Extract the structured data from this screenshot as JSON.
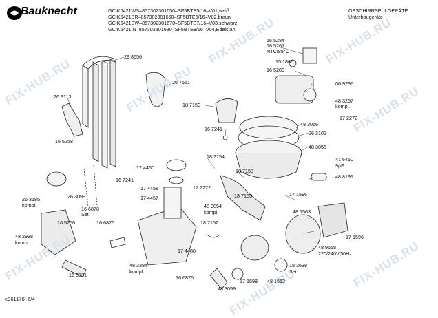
{
  "brand": {
    "name": "Bauknecht"
  },
  "header": {
    "models": [
      "GCIK6421WS–857302301650–SF5BTE5/16–V01,weiß",
      "GCIK6421BR–857302301660–SF5BTE6/16–V02,braun",
      "GCIK6421SW–857302301670–SF5BTE7/16–V03,schwarz",
      "GCIK6421IN–857302301680–SF5BTE8/16–V04,Edelstahl"
    ],
    "category": "GESCHIRRSPÜLGERÄTE",
    "subcategory": "Unterbaugeräte"
  },
  "watermark": "FIX-HUB.RU",
  "page_code": "e961176 -6/4",
  "parts": {
    "p298656": "29 8656",
    "p267651": "26 7651",
    "p263113": "26 3113",
    "p187150": "18 7150",
    "p165284": "16 5284",
    "p165261": "16 5261",
    "ntc": "NTC/85°C",
    "p151866": "15 1866",
    "p165280": "16 5280",
    "p069796": "06 9796",
    "p483257": "48 3257",
    "kompl_a": "kompl.",
    "p172272a": "17 2272",
    "p483056": "48 3056",
    "p263102": "26 3102",
    "p167241a": "16 7241",
    "p483055": "48 3055",
    "p165258": "16 5258",
    "p187154": "18 7154",
    "p174460": "17 4460",
    "p187153": "18 7153",
    "p416450": "41 6450",
    "f9": "9µF",
    "p167241b": "16 7241",
    "p172272b": "17 2272",
    "p488191": "48 8191",
    "p174458": "17 4458",
    "p187155": "18 7155",
    "p171596a": "17 1596",
    "p263185": "26 3185",
    "kompl_b": "kompl.",
    "p174457": "17 4457",
    "p263099": "26 3099",
    "p166878": "16 6878",
    "set_a": "Set",
    "p483054": "48 3054",
    "kompl_c": "kompl.",
    "p165256": "16 5256",
    "p166875": "16 6875",
    "p187152": "18 7152",
    "p481563": "48 1563",
    "p171596b": "17 1596",
    "p482938": "48 2938",
    "kompl_d": "kompl.",
    "p174488": "17 4488",
    "p489658": "48 9658",
    "volt": "220/240V,50Hz",
    "p483384": "48 3384",
    "kompl_e": "kompl.",
    "p183638": "18 3638",
    "set_b": "Set",
    "p165331": "16 5331",
    "p166876": "16 6876",
    "p171598": "17 1598",
    "p481562": "48 1562",
    "p483059": "48 3059"
  }
}
